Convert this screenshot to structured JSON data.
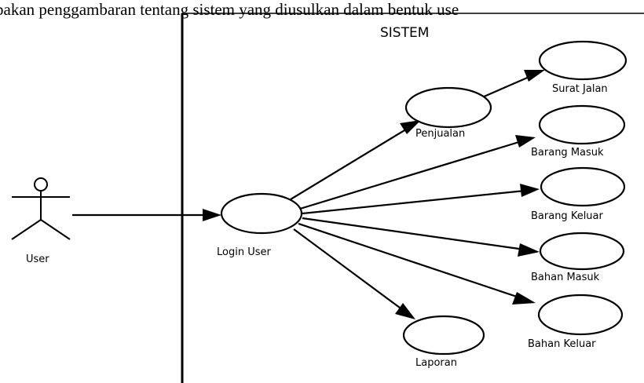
{
  "caption": "pakan penggambaran tentang sistem yang diusulkan dalam bentuk use",
  "system": {
    "title": "SISTEM"
  },
  "actor": {
    "label": "User"
  },
  "use_cases": {
    "login": "Login User",
    "penjualan": "Penjualan",
    "surat_jalan": "Surat Jalan",
    "barang_masuk": "Barang Masuk",
    "barang_keluar": "Barang Keluar",
    "bahan_masuk": "Bahan Masuk",
    "bahan_keluar": "Bahan Keluar",
    "laporan": "Laporan"
  },
  "relations": [
    {
      "from": "User",
      "to": "Login User"
    },
    {
      "from": "Login User",
      "to": "Penjualan"
    },
    {
      "from": "Penjualan",
      "to": "Surat Jalan"
    },
    {
      "from": "Login User",
      "to": "Barang Masuk"
    },
    {
      "from": "Login User",
      "to": "Barang Keluar"
    },
    {
      "from": "Login User",
      "to": "Bahan Masuk"
    },
    {
      "from": "Login User",
      "to": "Bahan Keluar"
    },
    {
      "from": "Login User",
      "to": "Laporan"
    }
  ]
}
